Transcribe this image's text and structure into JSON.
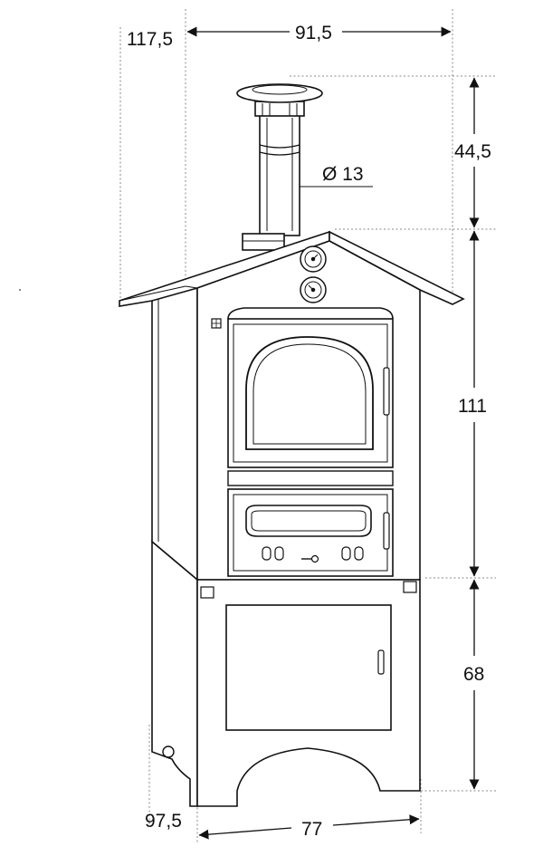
{
  "dimensions": {
    "total_depth": "117,5",
    "roof_width": "91,5",
    "chimney_height": "44,5",
    "chimney_diameter": "Ø 13",
    "oven_height": "111",
    "stand_height": "68",
    "base_depth": "97,5",
    "base_width": "77"
  },
  "colors": {
    "line": "#111111",
    "dash": "#888888",
    "background": "#ffffff"
  }
}
